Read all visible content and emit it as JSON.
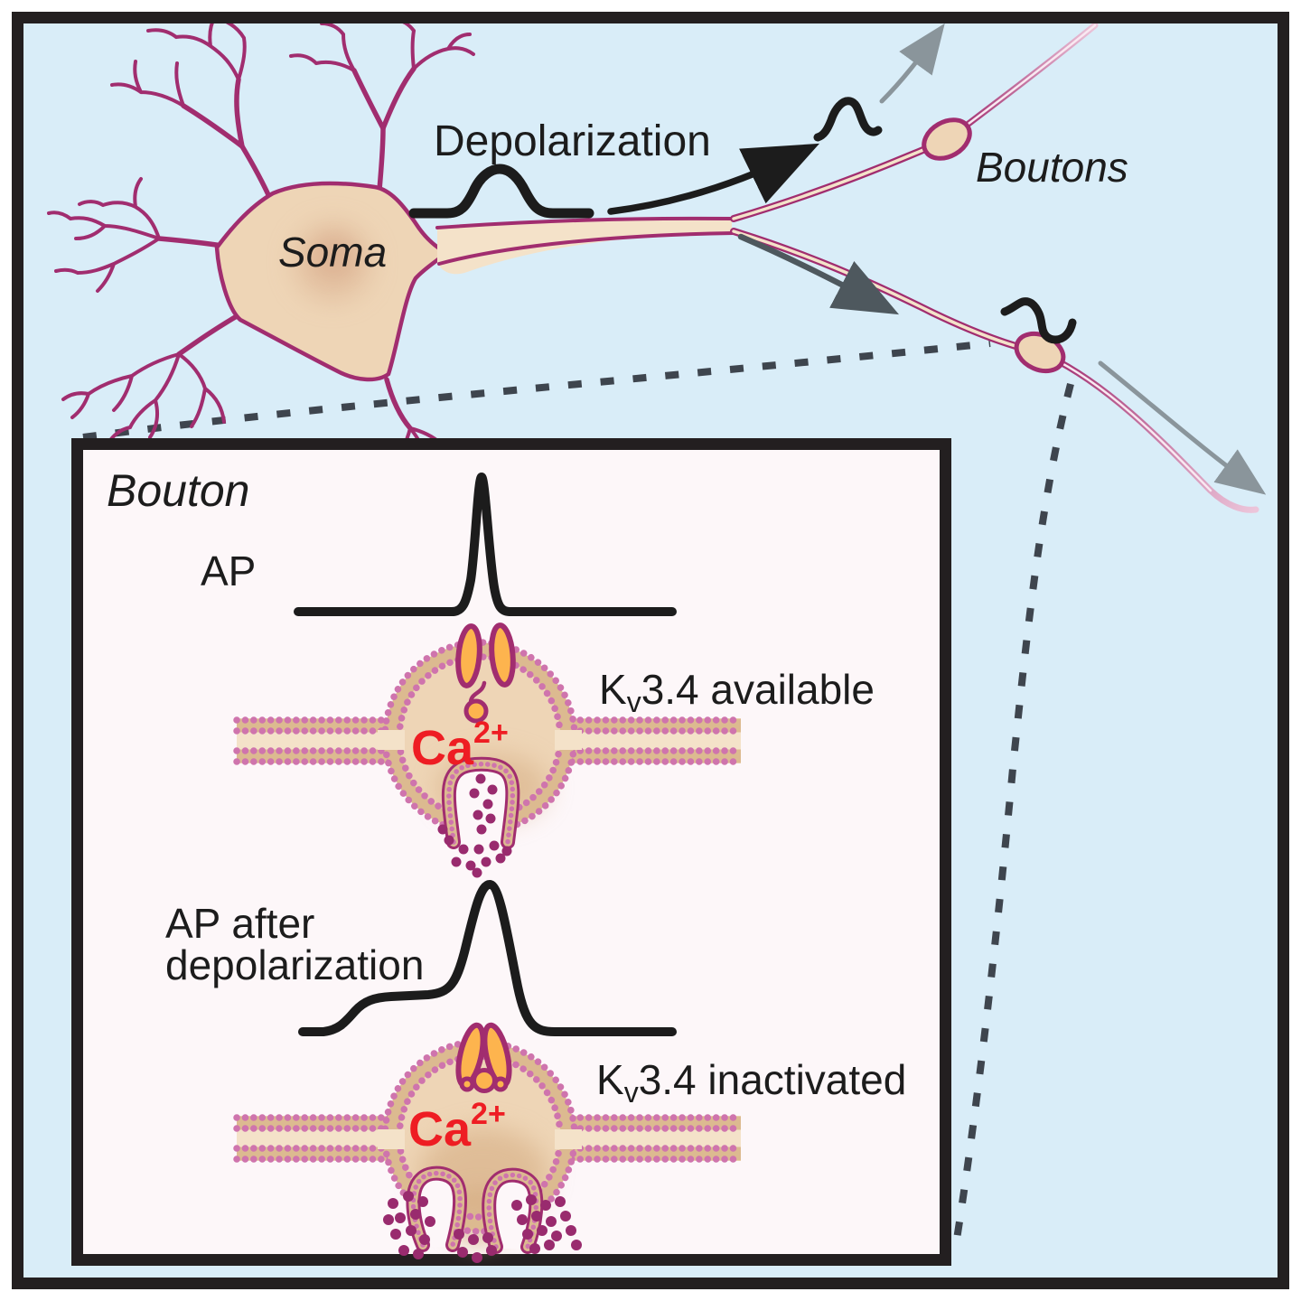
{
  "labels": {
    "depolarization": "Depolarization",
    "soma": "Soma",
    "boutons": "Boutons"
  },
  "inset": {
    "title": "Bouton",
    "ap": "AP",
    "ap_after_line1": "AP after",
    "ap_after_line2": "depolarization",
    "kv_available": {
      "k": "K",
      "sub": "v",
      "rest": "3.4 available"
    },
    "kv_inactivated": {
      "k": "K",
      "sub": "v",
      "rest": "3.4 inactivated"
    },
    "ca_top": {
      "base": "Ca",
      "sup": "2+"
    },
    "ca_bottom": {
      "base": "Ca",
      "sup": "2+"
    }
  },
  "colors": {
    "bg": "#d9edf8",
    "frame": "#231f20",
    "inset_bg": "#fdf7f9",
    "magenta": "#a12d6f",
    "bead": "#cf74ad",
    "cell": "#eed5b6",
    "cell_light": "#f4e2c9",
    "mem_tan": "#dcba90",
    "shade": "#d3a97e",
    "orange": "#fdb44e",
    "red": "#ee1d23",
    "vesicle": "#992b6e",
    "gray_light": "#8a959b",
    "gray_dark": "#4e585e",
    "dash": "#3e454e",
    "black": "#1c1c1c"
  }
}
